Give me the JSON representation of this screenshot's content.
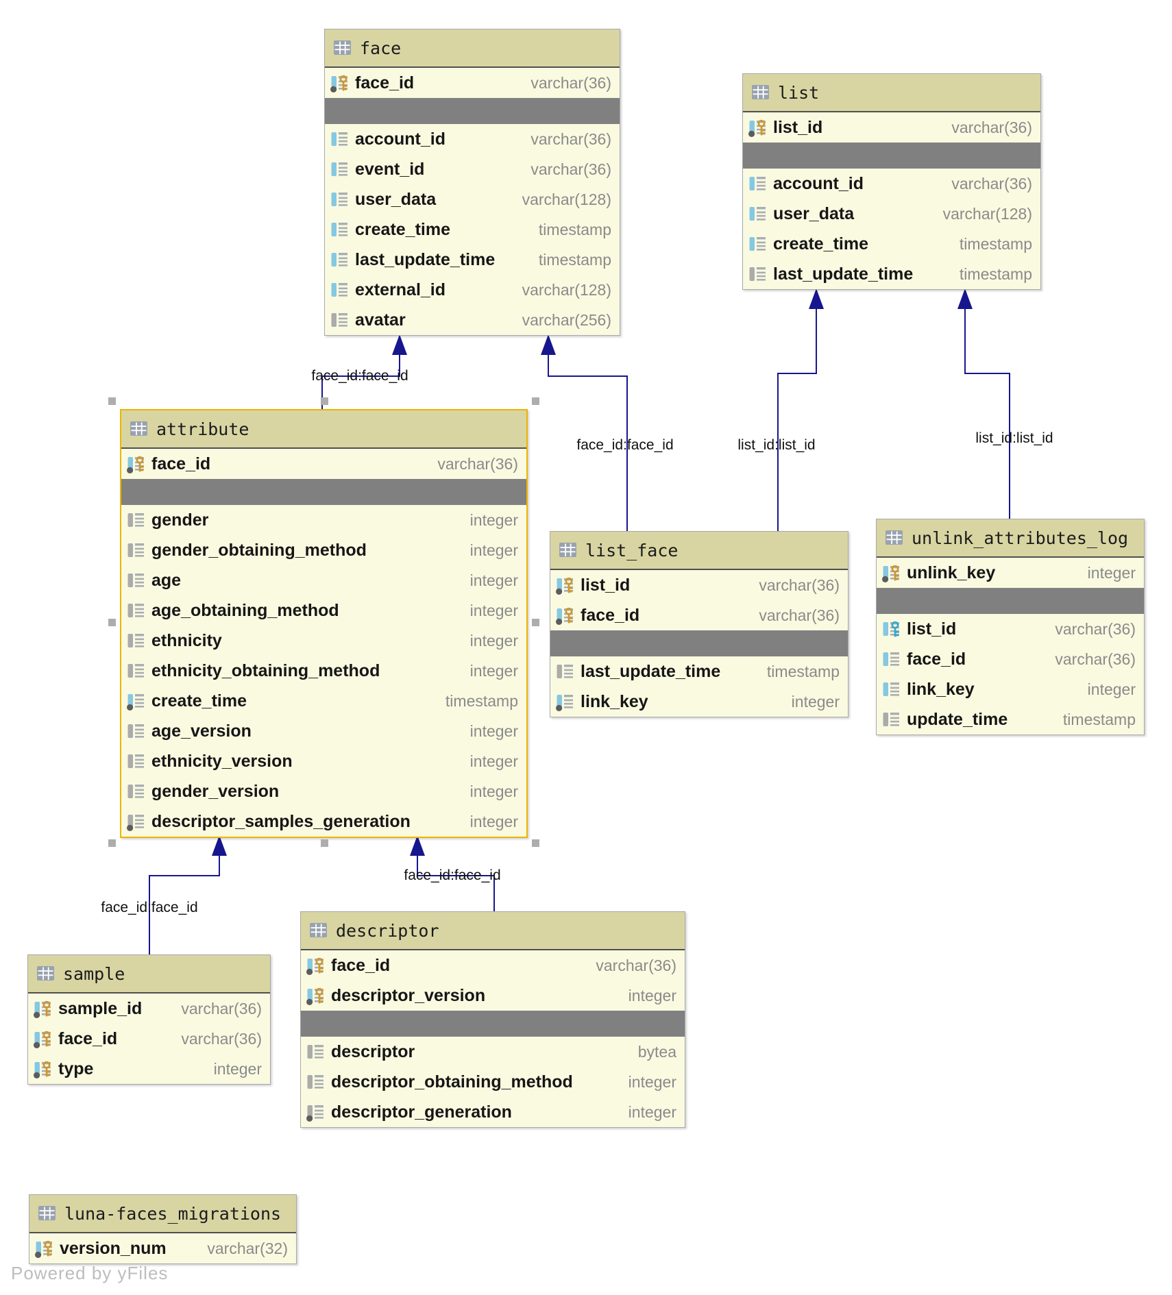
{
  "diagram": {
    "watermark": "Powered by yFiles",
    "edge_color": "#16168f",
    "header_bg": "#d8d5a3",
    "body_bg": "#fafae1",
    "separator_color": "#808080",
    "selection_color": "#eeb400",
    "pk_key_color": "#cc9733",
    "fk_key_color": "#35a8d0"
  },
  "tables": [
    {
      "name": "face",
      "selected": false,
      "columns": [
        {
          "name": "face_id",
          "type": "varchar(36)",
          "bar": "blue",
          "dot": true,
          "key": "gold"
        },
        {
          "separator": true
        },
        {
          "name": "account_id",
          "type": "varchar(36)",
          "bar": "blue"
        },
        {
          "name": "event_id",
          "type": "varchar(36)",
          "bar": "blue"
        },
        {
          "name": "user_data",
          "type": "varchar(128)",
          "bar": "blue"
        },
        {
          "name": "create_time",
          "type": "timestamp",
          "bar": "blue"
        },
        {
          "name": "last_update_time",
          "type": "timestamp",
          "bar": "blue"
        },
        {
          "name": "external_id",
          "type": "varchar(128)",
          "bar": "blue"
        },
        {
          "name": "avatar",
          "type": "varchar(256)",
          "bar": "gray"
        }
      ]
    },
    {
      "name": "list",
      "selected": false,
      "columns": [
        {
          "name": "list_id",
          "type": "varchar(36)",
          "bar": "blue",
          "dot": true,
          "key": "gold"
        },
        {
          "separator": true
        },
        {
          "name": "account_id",
          "type": "varchar(36)",
          "bar": "blue"
        },
        {
          "name": "user_data",
          "type": "varchar(128)",
          "bar": "blue"
        },
        {
          "name": "create_time",
          "type": "timestamp",
          "bar": "blue"
        },
        {
          "name": "last_update_time",
          "type": "timestamp",
          "bar": "gray"
        }
      ]
    },
    {
      "name": "attribute",
      "selected": true,
      "columns": [
        {
          "name": "face_id",
          "type": "varchar(36)",
          "bar": "blue",
          "dot": true,
          "key": "gold"
        },
        {
          "separator": true
        },
        {
          "name": "gender",
          "type": "integer",
          "bar": "gray"
        },
        {
          "name": "gender_obtaining_method",
          "type": "integer",
          "bar": "gray"
        },
        {
          "name": "age",
          "type": "integer",
          "bar": "gray"
        },
        {
          "name": "age_obtaining_method",
          "type": "integer",
          "bar": "gray"
        },
        {
          "name": "ethnicity",
          "type": "integer",
          "bar": "gray"
        },
        {
          "name": "ethnicity_obtaining_method",
          "type": "integer",
          "bar": "gray"
        },
        {
          "name": "create_time",
          "type": "timestamp",
          "bar": "blue",
          "dot": true
        },
        {
          "name": "age_version",
          "type": "integer",
          "bar": "gray"
        },
        {
          "name": "ethnicity_version",
          "type": "integer",
          "bar": "gray"
        },
        {
          "name": "gender_version",
          "type": "integer",
          "bar": "gray"
        },
        {
          "name": "descriptor_samples_generation",
          "type": "integer",
          "bar": "gray",
          "dot": true
        }
      ]
    },
    {
      "name": "list_face",
      "selected": false,
      "columns": [
        {
          "name": "list_id",
          "type": "varchar(36)",
          "bar": "blue",
          "dot": true,
          "key": "gold"
        },
        {
          "name": "face_id",
          "type": "varchar(36)",
          "bar": "blue",
          "dot": true,
          "key": "gold"
        },
        {
          "separator": true
        },
        {
          "name": "last_update_time",
          "type": "timestamp",
          "bar": "gray"
        },
        {
          "name": "link_key",
          "type": "integer",
          "bar": "blue",
          "dot": true
        }
      ]
    },
    {
      "name": "unlink_attributes_log",
      "selected": false,
      "columns": [
        {
          "name": "unlink_key",
          "type": "integer",
          "bar": "blue",
          "dot": true,
          "key": "gold"
        },
        {
          "separator": true
        },
        {
          "name": "list_id",
          "type": "varchar(36)",
          "bar": "blue",
          "key": "blue"
        },
        {
          "name": "face_id",
          "type": "varchar(36)",
          "bar": "blue"
        },
        {
          "name": "link_key",
          "type": "integer",
          "bar": "blue"
        },
        {
          "name": "update_time",
          "type": "timestamp",
          "bar": "gray"
        }
      ]
    },
    {
      "name": "sample",
      "selected": false,
      "columns": [
        {
          "name": "sample_id",
          "type": "varchar(36)",
          "bar": "blue",
          "dot": true,
          "key": "gold"
        },
        {
          "name": "face_id",
          "type": "varchar(36)",
          "bar": "blue",
          "dot": true,
          "key": "gold"
        },
        {
          "name": "type",
          "type": "integer",
          "bar": "blue",
          "dot": true,
          "key": "gold"
        }
      ]
    },
    {
      "name": "descriptor",
      "selected": false,
      "columns": [
        {
          "name": "face_id",
          "type": "varchar(36)",
          "bar": "blue",
          "dot": true,
          "key": "gold"
        },
        {
          "name": "descriptor_version",
          "type": "integer",
          "bar": "blue",
          "dot": true,
          "key": "gold"
        },
        {
          "separator": true
        },
        {
          "name": "descriptor",
          "type": "bytea",
          "bar": "gray"
        },
        {
          "name": "descriptor_obtaining_method",
          "type": "integer",
          "bar": "gray"
        },
        {
          "name": "descriptor_generation",
          "type": "integer",
          "bar": "gray",
          "dot": true
        }
      ]
    },
    {
      "name": "luna-faces_migrations",
      "selected": false,
      "columns": [
        {
          "name": "version_num",
          "type": "varchar(32)",
          "bar": "blue",
          "dot": true,
          "key": "gold"
        }
      ]
    }
  ],
  "edges": [
    {
      "from": "attribute",
      "to": "face",
      "label": "face_id:face_id"
    },
    {
      "from": "list_face",
      "to": "face",
      "label": "face_id:face_id"
    },
    {
      "from": "list_face",
      "to": "list",
      "label": "list_id:list_id"
    },
    {
      "from": "unlink_attributes_log",
      "to": "list",
      "label": "list_id:list_id"
    },
    {
      "from": "sample",
      "to": "attribute",
      "label": "face_id:face_id"
    },
    {
      "from": "descriptor",
      "to": "attribute",
      "label": "face_id:face_id"
    }
  ]
}
